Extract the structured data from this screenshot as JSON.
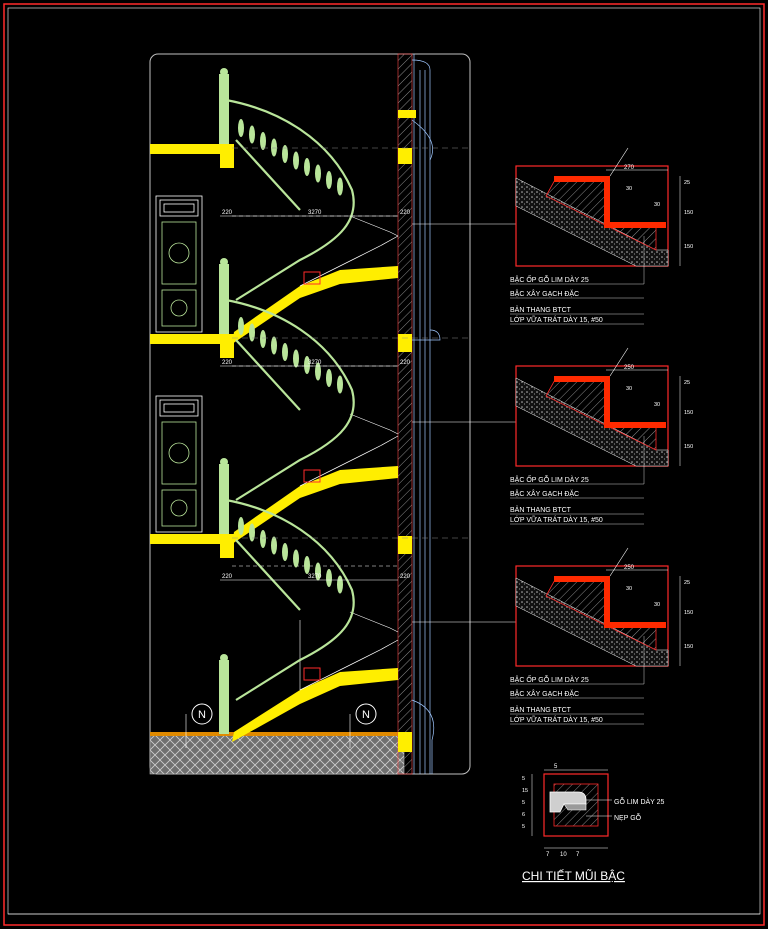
{
  "colors": {
    "background": "#000000",
    "frame": "#ff2a2a",
    "slab": "#ffee00",
    "baluster": "#b9e59a",
    "detail_red": "#ff2a00",
    "line": "#ffffff",
    "pattern": "#9a9a9a"
  },
  "elevation": {
    "floors": [
      {
        "dim_left": "220",
        "dim_mid": "3270",
        "dim_right": "220"
      },
      {
        "dim_left": "220",
        "dim_mid": "3270",
        "dim_right": "220"
      },
      {
        "dim_left": "220",
        "dim_mid": "3270",
        "dim_right": "220"
      }
    ],
    "markers": [
      "N",
      "N"
    ]
  },
  "details": [
    {
      "labels": [
        "BẬC ỐP GỖ LIM DÀY 25",
        "BẬC XÂY GẠCH ĐẶC",
        "BẢN THANG BTCT",
        "LỚP VỮA TRÁT DÀY 15, #50"
      ],
      "dim_top": "270",
      "dims_small": [
        "30",
        "30"
      ],
      "dims_right": [
        "25",
        "150",
        "150"
      ]
    },
    {
      "labels": [
        "BẬC ỐP GỖ LIM DÀY 25",
        "BẬC XÂY GẠCH ĐẶC",
        "BẢN THANG BTCT",
        "LỚP VỮA TRÁT DÀY 15, #50"
      ],
      "dim_top": "250",
      "dims_small": [
        "30",
        "30"
      ],
      "dims_right": [
        "25",
        "150",
        "150"
      ]
    },
    {
      "labels": [
        "BẬC ỐP GỖ LIM DÀY 25",
        "BẬC XÂY GẠCH ĐẶC",
        "BẢN THANG BTCT",
        "LỚP VỮA TRÁT DÀY 15, #50"
      ],
      "dim_top": "250",
      "dims_small": [
        "30",
        "30"
      ],
      "dims_right": [
        "25",
        "150",
        "150"
      ]
    }
  ],
  "nosing_detail": {
    "labels": [
      "GỖ LIM DÀY 25",
      "NẸP GỖ"
    ],
    "dims_top": [
      "5"
    ],
    "dims_left": [
      "5",
      "15",
      "5",
      "6",
      "5"
    ],
    "dims_bottom": [
      "7",
      "10",
      "7"
    ],
    "title": "CHI TIẾT MŨI BẬC"
  }
}
